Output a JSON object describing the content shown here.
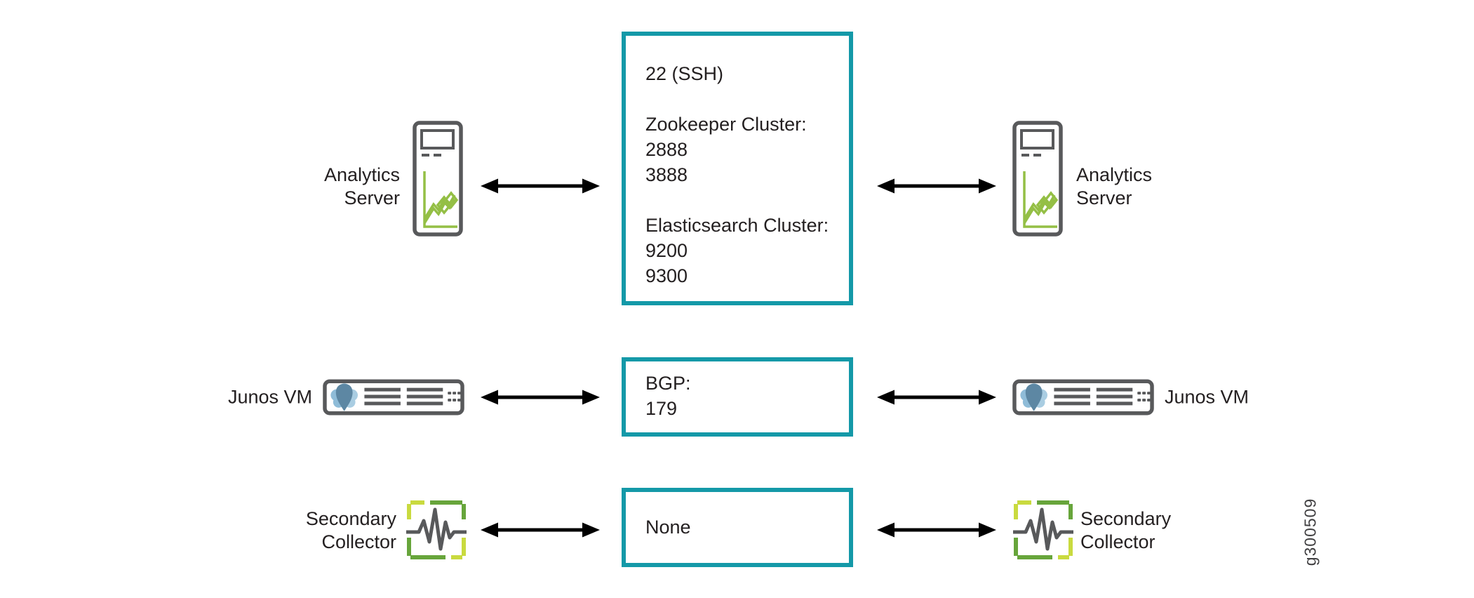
{
  "figure": {
    "watermark": "g300509"
  },
  "colors": {
    "accent_teal": "#1499a8",
    "device_gray": "#58595b",
    "chart_green": "#94bf45",
    "collector_yellow_green": "#c9da3f",
    "collector_dark_green": "#67a53b",
    "junos_light_blue": "#a9cde2",
    "junos_mid_blue": "#8fbcd8",
    "junos_dark_blue": "#5d87a3",
    "arrow_black": "#000000",
    "text_color": "#231f20",
    "watermark_gray": "#414042"
  },
  "rows": [
    {
      "id": "analytics-server",
      "label_lines": [
        "Analytics",
        "Server"
      ],
      "icon": "analytics-server-icon",
      "box_lines": [
        "22 (SSH)",
        "",
        "Zookeeper Cluster:",
        "2888",
        "3888",
        "",
        "Elasticsearch Cluster:",
        "9200",
        "9300"
      ]
    },
    {
      "id": "junos-vm",
      "label_lines": [
        "Junos VM"
      ],
      "icon": "junos-vm-icon",
      "box_lines": [
        "BGP:",
        "179"
      ]
    },
    {
      "id": "secondary-collector",
      "label_lines": [
        "Secondary",
        "Collector"
      ],
      "icon": "secondary-collector-icon",
      "box_lines": [
        "None"
      ]
    }
  ]
}
